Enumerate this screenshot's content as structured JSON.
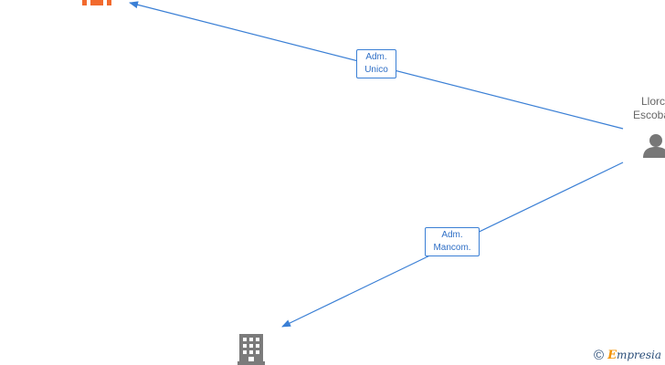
{
  "colors": {
    "edge": "#3a7fd5",
    "active_company": "#f26a2e",
    "inactive_company": "#7b7b7b",
    "person": "#777777",
    "brand_accent": "#f39200"
  },
  "nodes": {
    "company_top": {
      "icon": "building-icon",
      "status": "active"
    },
    "company_bottom": {
      "icon": "building-icon",
      "status": "inactive"
    },
    "person": {
      "icon": "person-icon",
      "name_line1": "Llorc",
      "name_line2": "Escobar"
    }
  },
  "edges": [
    {
      "label_line1": "Adm.",
      "label_line2": "Unico"
    },
    {
      "label_line1": "Adm.",
      "label_line2": "Mancom."
    }
  ],
  "watermark": {
    "symbol": "©",
    "brand_initial": "E",
    "brand_rest": "mpresia"
  }
}
